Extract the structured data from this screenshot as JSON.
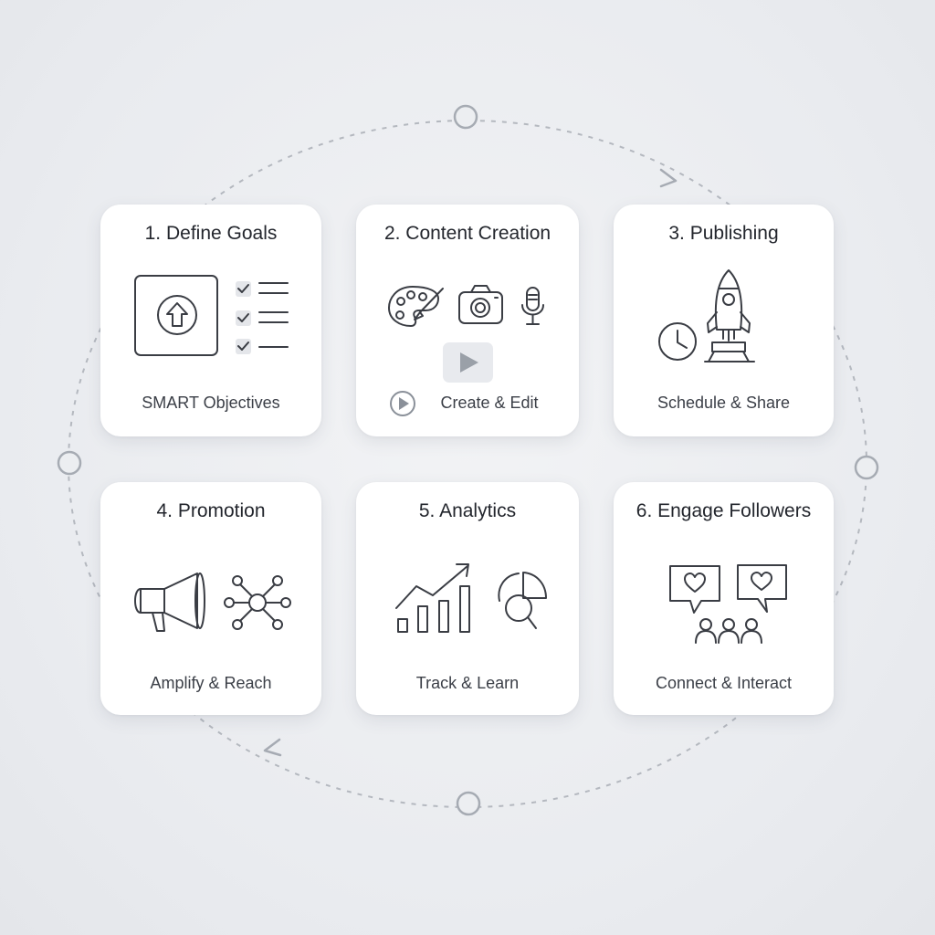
{
  "steps": [
    {
      "title": "1. Define Goals",
      "caption": "SMART Objectives",
      "icons": [
        "upload-arrow-icon",
        "checklist-icon"
      ]
    },
    {
      "title": "2. Content Creation",
      "caption": "Create & Edit",
      "icons": [
        "palette-icon",
        "camera-icon",
        "microphone-icon",
        "play-icon"
      ]
    },
    {
      "title": "3. Publishing",
      "caption": "Schedule & Share",
      "icons": [
        "clock-icon",
        "rocket-icon"
      ]
    },
    {
      "title": "4. Promotion",
      "caption": "Amplify & Reach",
      "icons": [
        "megaphone-icon",
        "network-icon"
      ]
    },
    {
      "title": "5. Analytics",
      "caption": "Track & Learn",
      "icons": [
        "bar-chart-icon",
        "magnifier-pie-icon"
      ]
    },
    {
      "title": "6. Engage Followers",
      "caption": "Connect & Interact",
      "icons": [
        "heart-chat-icon",
        "community-icon"
      ]
    }
  ],
  "colors": {
    "background": "#eceef1",
    "card": "#ffffff",
    "icon": "#3a3d44",
    "muted": "#9aa0a8",
    "accent_fill": "#e4e6ea"
  }
}
